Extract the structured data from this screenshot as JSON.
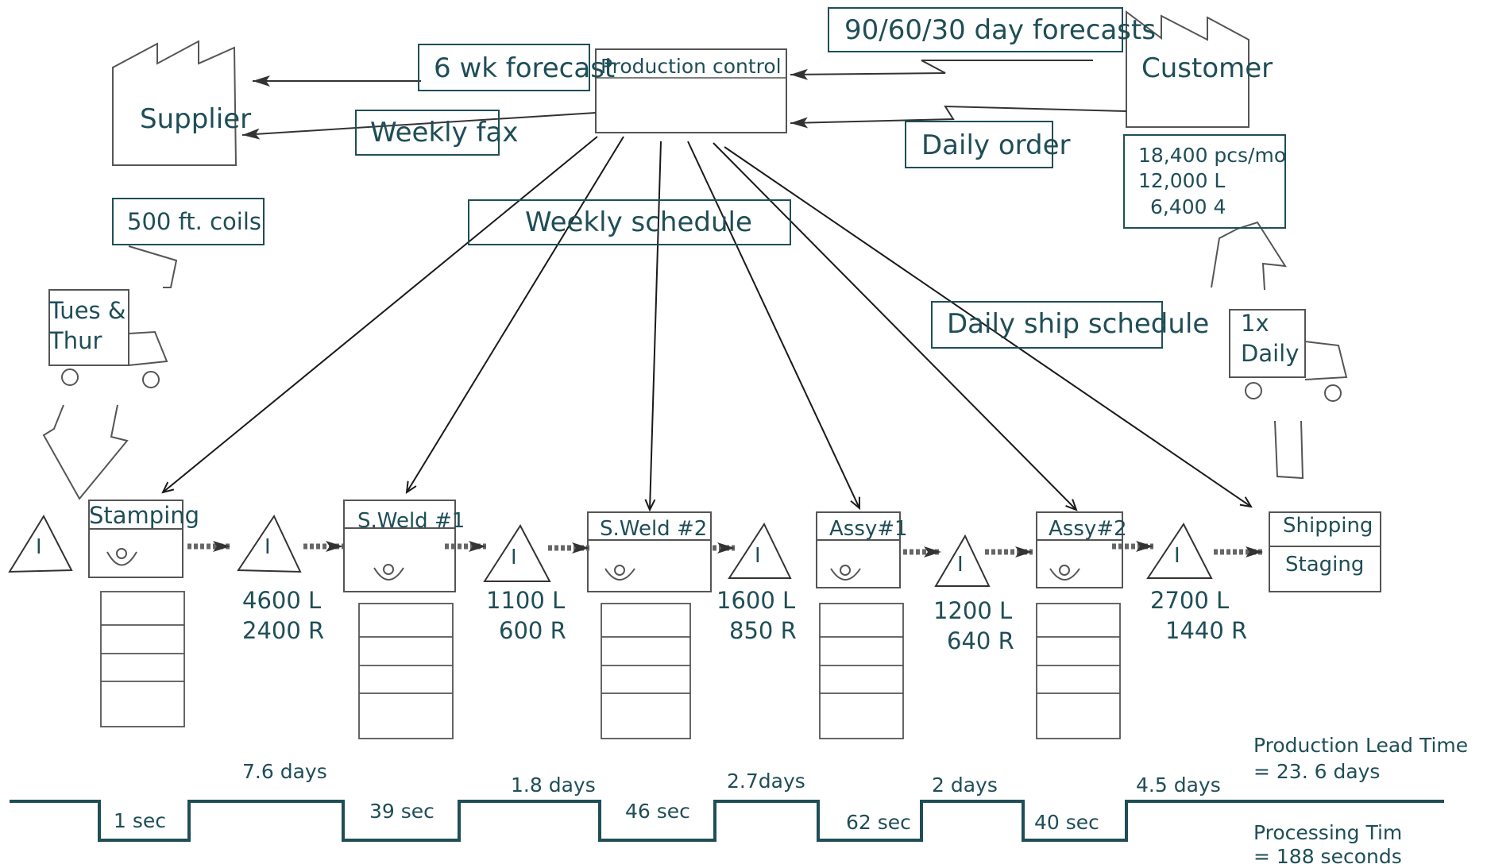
{
  "colors": {
    "ink": "#1f4e57",
    "sketch": "#555555",
    "line": "#1a1a1a",
    "timeline": "#1f4e57"
  },
  "top": {
    "supplier": "Supplier",
    "customer": "Customer",
    "production_control": "Production control",
    "six_wk_forecast": "6 wk forecast",
    "weekly_fax": "Weekly fax",
    "forecasts": "90/60/30 day forecasts",
    "daily_order": "Daily order",
    "weekly_schedule": "Weekly schedule",
    "daily_ship_schedule": "Daily ship schedule",
    "coils": "500 ft. coils",
    "supplier_truck": [
      "Tues &",
      "Thur"
    ],
    "customer_truck": [
      "1x",
      "Daily"
    ],
    "demand": [
      "18,400 pcs/mo",
      "12,000 L",
      "6,400 4"
    ]
  },
  "processes": [
    {
      "name": "Stamping"
    },
    {
      "name": "S.Weld #1"
    },
    {
      "name": "S.Weld #2"
    },
    {
      "name": "Assy#1"
    },
    {
      "name": "Assy#2"
    },
    {
      "name": "Shipping",
      "sub": "Staging"
    }
  ],
  "inventory": [
    {
      "l": "4600 L",
      "r": "2400 R"
    },
    {
      "l": "1100 L",
      "r": "600 R"
    },
    {
      "l": "1600 L",
      "r": "850 R"
    },
    {
      "l": "1200 L",
      "r": "640 R"
    },
    {
      "l": "2700 L",
      "r": "1440 R"
    }
  ],
  "inventory_symbol": "I",
  "timeline": {
    "waits": [
      "7.6 days",
      "1.8 days",
      "2.7days",
      "2 days",
      "4.5 days"
    ],
    "cycles": [
      "1 sec",
      "39 sec",
      "46 sec",
      "62 sec",
      "40 sec"
    ],
    "lead_time": [
      "Production Lead Time",
      "= 23. 6 days"
    ],
    "processing_time": [
      "Processing Tim",
      "= 188 seconds"
    ]
  }
}
